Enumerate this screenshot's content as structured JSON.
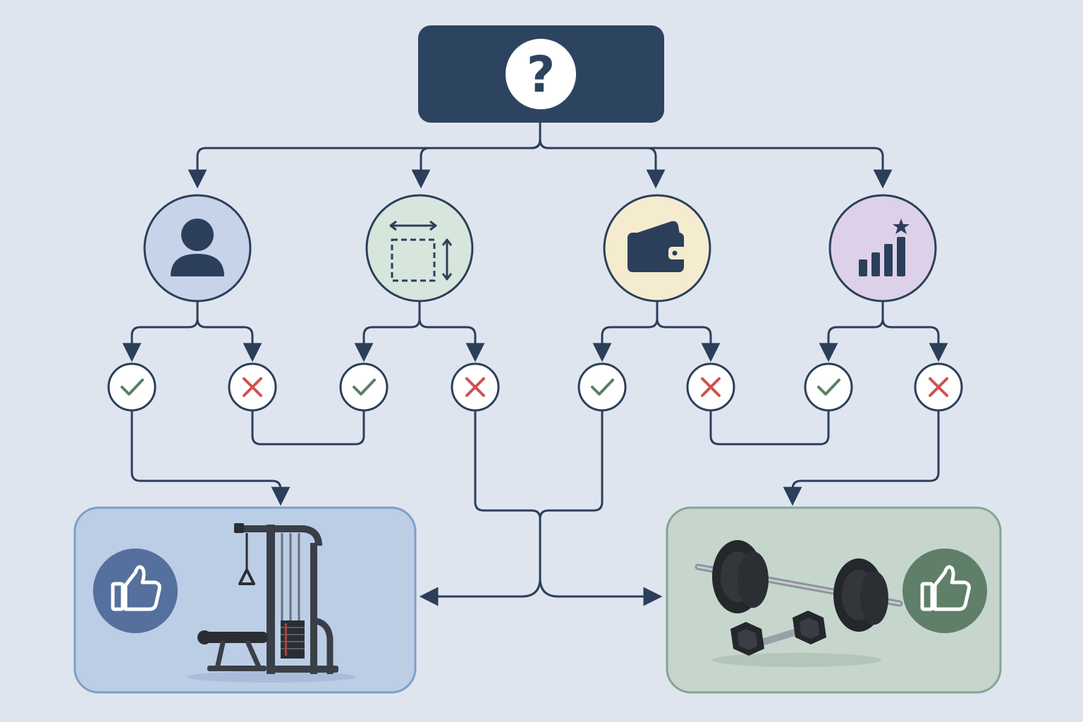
{
  "colors": {
    "background": "#dfe5ef",
    "line": "#2b3f5a",
    "question_box": "#2c4460",
    "node_person": "#c7d3e8",
    "node_size": "#d6e6dc",
    "node_budget": "#f5ebcf",
    "node_level": "#ddd1ea",
    "check": "#5b7f63",
    "cross": "#d0514d",
    "outcome_machine": "#bccde6",
    "outcome_machine_border": "#7f9fc6",
    "outcome_machine_badge": "#55709c",
    "outcome_free": "#c6d6cd",
    "outcome_free_border": "#86a595",
    "outcome_free_badge": "#5f7f69"
  },
  "root": {
    "glyph": "?",
    "icon": "question-icon"
  },
  "criteria": [
    {
      "key": "person",
      "icon": "user-icon"
    },
    {
      "key": "space",
      "icon": "space-dimensions-icon"
    },
    {
      "key": "budget",
      "icon": "wallet-icon"
    },
    {
      "key": "experience",
      "icon": "level-chart-star-icon"
    }
  ],
  "answers": [
    {
      "criterion": "person",
      "result": "yes",
      "icon": "check-icon"
    },
    {
      "criterion": "person",
      "result": "no",
      "icon": "cross-icon"
    },
    {
      "criterion": "space",
      "result": "yes",
      "icon": "check-icon"
    },
    {
      "criterion": "space",
      "result": "no",
      "icon": "cross-icon"
    },
    {
      "criterion": "budget",
      "result": "yes",
      "icon": "check-icon"
    },
    {
      "criterion": "budget",
      "result": "no",
      "icon": "cross-icon"
    },
    {
      "criterion": "experience",
      "result": "yes",
      "icon": "check-icon"
    },
    {
      "criterion": "experience",
      "result": "no",
      "icon": "cross-icon"
    }
  ],
  "outcomes": [
    {
      "key": "machine",
      "icon": "cable-machine-icon",
      "badge_icon": "thumbs-up-icon"
    },
    {
      "key": "free-weights",
      "icon": "barbell-dumbbell-icon",
      "badge_icon": "thumbs-up-icon"
    }
  ]
}
